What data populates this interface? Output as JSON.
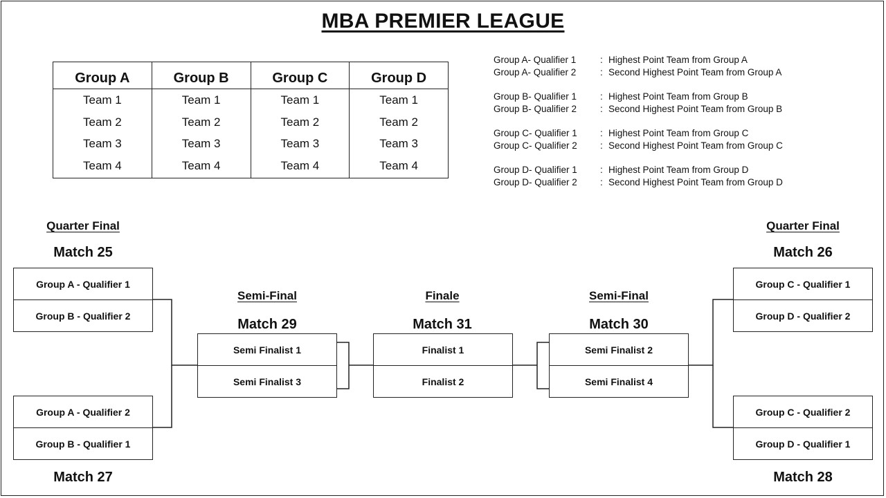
{
  "title": "MBA PREMIER LEAGUE",
  "groups": [
    {
      "name": "Group A",
      "teams": [
        "Team 1",
        "Team 2",
        "Team 3",
        "Team 4"
      ]
    },
    {
      "name": "Group B",
      "teams": [
        "Team 1",
        "Team 2",
        "Team 3",
        "Team 4"
      ]
    },
    {
      "name": "Group C",
      "teams": [
        "Team 1",
        "Team 2",
        "Team 3",
        "Team 4"
      ]
    },
    {
      "name": "Group D",
      "teams": [
        "Team 1",
        "Team 2",
        "Team 3",
        "Team 4"
      ]
    }
  ],
  "legend": [
    [
      {
        "name": "Group A- Qualifier 1",
        "desc": "Highest Point Team from Group A"
      },
      {
        "name": "Group A- Qualifier 2",
        "desc": "Second Highest Point Team from Group A"
      }
    ],
    [
      {
        "name": "Group B- Qualifier 1",
        "desc": "Highest Point Team from Group B"
      },
      {
        "name": "Group B- Qualifier 2",
        "desc": "Second Highest Point Team from Group B"
      }
    ],
    [
      {
        "name": "Group C- Qualifier 1",
        "desc": "Highest Point Team from Group C"
      },
      {
        "name": "Group C- Qualifier 2",
        "desc": "Second Highest Point Team from Group C"
      }
    ],
    [
      {
        "name": "Group D- Qualifier 1",
        "desc": "Highest Point Team from Group D"
      },
      {
        "name": "Group D- Qualifier 2",
        "desc": "Second Highest Point Team from Group D"
      }
    ]
  ],
  "legend_colon": ":",
  "stages": {
    "quarter_left": "Quarter Final",
    "quarter_right": "Quarter Final",
    "semi_left": "Semi-Final",
    "semi_right": "Semi-Final",
    "finale": "Finale"
  },
  "matches": {
    "m25": {
      "label": "Match 25",
      "slots": [
        "Group A - Qualifier 1",
        "Group B - Qualifier 2"
      ]
    },
    "m27": {
      "label": "Match 27",
      "slots": [
        "Group A - Qualifier 2",
        "Group B - Qualifier 1"
      ]
    },
    "m26": {
      "label": "Match 26",
      "slots": [
        "Group C - Qualifier 1",
        "Group D - Qualifier 2"
      ]
    },
    "m28": {
      "label": "Match 28",
      "slots": [
        "Group C - Qualifier 2",
        "Group D - Qualifier 1"
      ]
    },
    "m29": {
      "label": "Match 29",
      "slots": [
        "Semi Finalist 1",
        "Semi Finalist 3"
      ]
    },
    "m30": {
      "label": "Match 30",
      "slots": [
        "Semi Finalist 2",
        "Semi Finalist 4"
      ]
    },
    "m31": {
      "label": "Match 31",
      "slots": [
        "Finalist 1",
        "Finalist 2"
      ]
    }
  },
  "colors": {
    "line": "#222222",
    "text": "#111111",
    "background": "#ffffff"
  }
}
